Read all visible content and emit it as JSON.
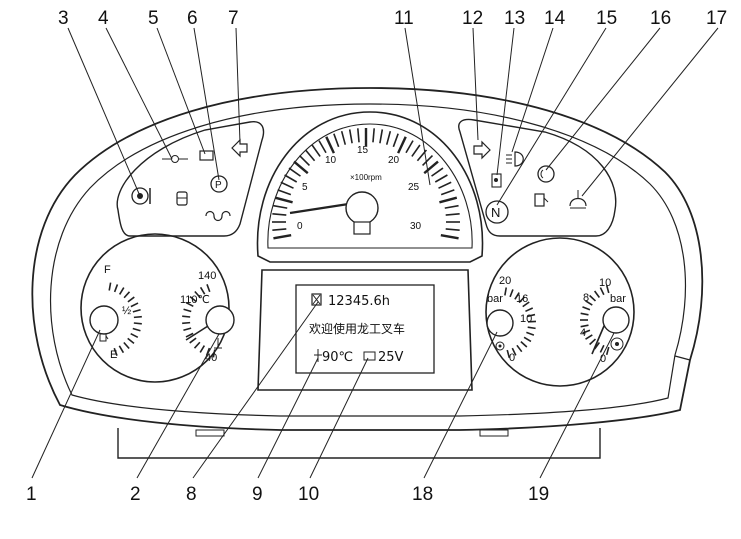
{
  "callouts": {
    "n1": "1",
    "n2": "2",
    "n3": "3",
    "n4": "4",
    "n5": "5",
    "n6": "6",
    "n7": "7",
    "n8": "8",
    "n9": "9",
    "n10": "10",
    "n11": "11",
    "n12": "12",
    "n13": "13",
    "n14": "14",
    "n15": "15",
    "n16": "16",
    "n17": "17",
    "n18": "18",
    "n19": "19"
  },
  "tachometer": {
    "unit": "×100rpm",
    "labels": [
      "0",
      "5",
      "10",
      "15",
      "20",
      "25",
      "30"
    ]
  },
  "fuel_gauge": {
    "full": "F",
    "half": "½",
    "empty": "E"
  },
  "temp_gauge": {
    "max": "140",
    "mid": "110℃",
    "min": "40"
  },
  "pressure_gauge_left": {
    "unit": "bar",
    "t20": "20",
    "t16": "16",
    "t10": "10",
    "t0": "0"
  },
  "pressure_gauge_right": {
    "unit": "bar",
    "t10": "10",
    "t8": "8",
    "t4": "4",
    "t0": "0"
  },
  "lcd": {
    "hours": "12345.6h",
    "welcome": "欢迎使用龙工叉车",
    "temp": "90℃",
    "voltage": "25V"
  },
  "indicators": {
    "neutral": "N"
  }
}
